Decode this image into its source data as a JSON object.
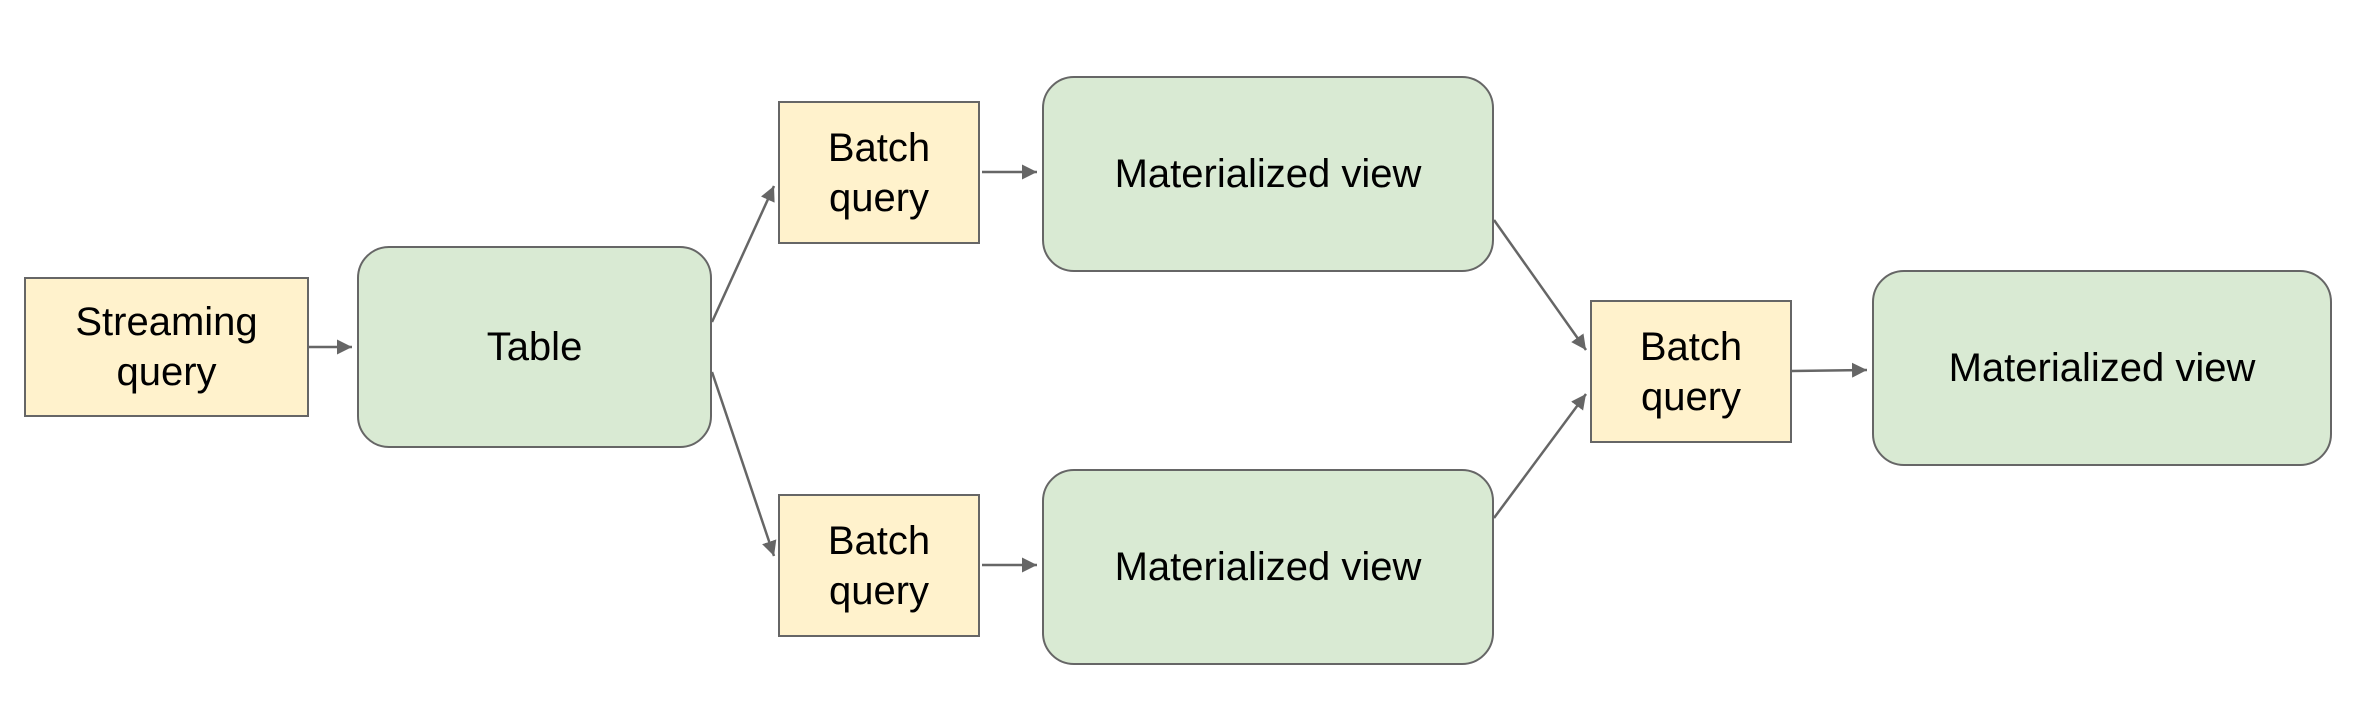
{
  "diagram": {
    "colors": {
      "background": "#ffffff",
      "query_fill": "#fff2cc",
      "table_fill": "#d9ead3",
      "border": "#666666",
      "arrow": "#666666",
      "text": "#000000"
    },
    "nodes": {
      "streaming_query": {
        "label": "Streaming query",
        "type": "query"
      },
      "table": {
        "label": "Table",
        "type": "table"
      },
      "batch_query_top": {
        "label": "Batch query",
        "type": "query"
      },
      "materialized_view_top": {
        "label": "Materialized view",
        "type": "table"
      },
      "batch_query_bottom": {
        "label": "Batch query",
        "type": "query"
      },
      "materialized_view_bottom": {
        "label": "Materialized view",
        "type": "table"
      },
      "batch_query_final": {
        "label": "Batch query",
        "type": "query"
      },
      "materialized_view_final": {
        "label": "Materialized view",
        "type": "table"
      }
    },
    "edges": [
      {
        "from": "streaming_query",
        "to": "table"
      },
      {
        "from": "table",
        "to": "batch_query_top"
      },
      {
        "from": "table",
        "to": "batch_query_bottom"
      },
      {
        "from": "batch_query_top",
        "to": "materialized_view_top"
      },
      {
        "from": "batch_query_bottom",
        "to": "materialized_view_bottom"
      },
      {
        "from": "materialized_view_top",
        "to": "batch_query_final"
      },
      {
        "from": "materialized_view_bottom",
        "to": "batch_query_final"
      },
      {
        "from": "batch_query_final",
        "to": "materialized_view_final"
      }
    ]
  }
}
